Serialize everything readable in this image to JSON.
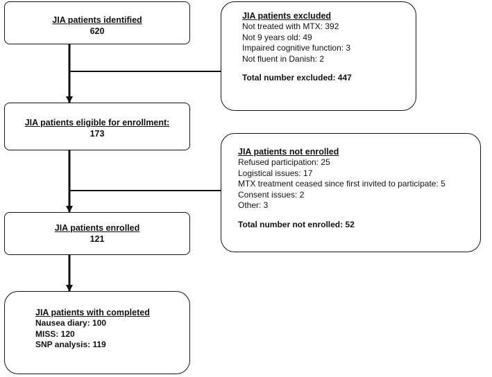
{
  "identified": {
    "title": "JIA patients identified",
    "count": "620"
  },
  "excluded": {
    "title": "JIA patients excluded",
    "lines": [
      "Not treated with MTX: 392",
      "Not 9 years old: 49",
      "Impaired cognitive function: 3",
      "Not fluent in Danish: 2"
    ],
    "total": "Total number excluded: 447"
  },
  "eligible": {
    "title": "JIA patients eligible for enrollment:",
    "count": "173"
  },
  "not_enrolled": {
    "title": "JIA patients not enrolled",
    "lines": [
      "Refused participation: 25",
      "Logistical issues: 17",
      "MTX treatment ceased since first invited to participate: 5",
      "Consent issues: 2",
      "Other: 3"
    ],
    "total": "Total number not enrolled: 52"
  },
  "enrolled": {
    "title": "JIA patients enrolled",
    "count": "121"
  },
  "completed": {
    "title": "JIA patients with completed",
    "lines": [
      "Nausea diary: 100",
      "MISS: 120",
      "SNP analysis: 119"
    ]
  }
}
